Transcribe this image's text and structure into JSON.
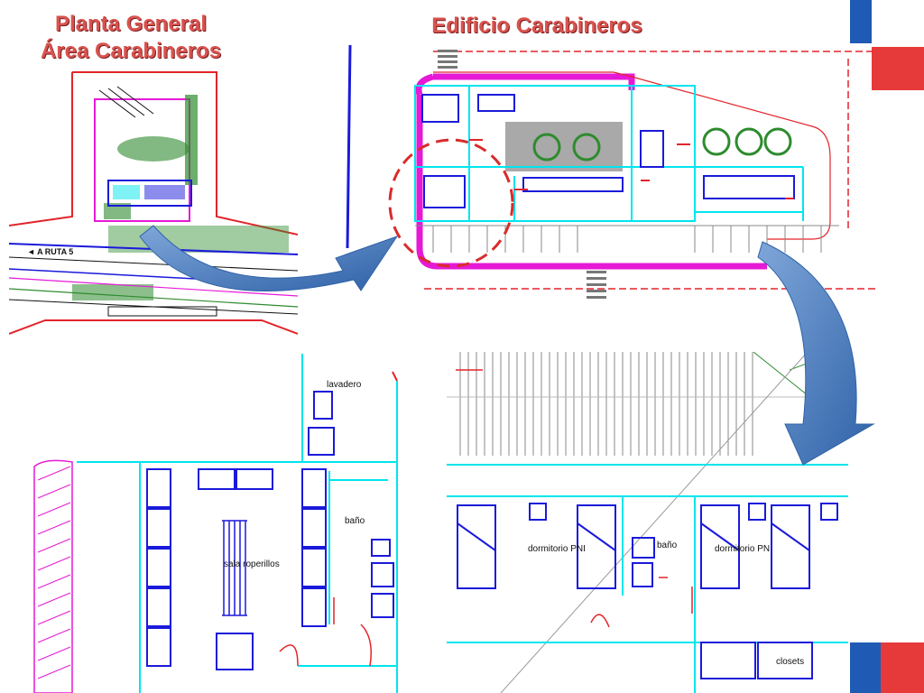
{
  "titles": {
    "general": [
      "Planta General",
      "Área Carabineros"
    ],
    "building": "Edificio Carabineros"
  },
  "labels": {
    "road": "◄ A RUTA 5",
    "laundry": "lavadero",
    "bath_left": "baño",
    "locker_room": "sala roperillos",
    "dorm_left": "dormitorio  PNI",
    "bath_right": "baño",
    "dorm_right": "dormitorio  PN",
    "closets": "closets"
  },
  "colors": {
    "title_red": "#d9534f",
    "wall_cyan": "#00e5ee",
    "furniture_blue": "#1a1adb",
    "wall_magenta": "#e619d6",
    "site_red": "#e3242b",
    "tree_green": "#2e8b2e",
    "flag_red": "#e63a3a",
    "flag_blue": "#1f5bb5",
    "arrow_blue": "#4a7ec0"
  }
}
